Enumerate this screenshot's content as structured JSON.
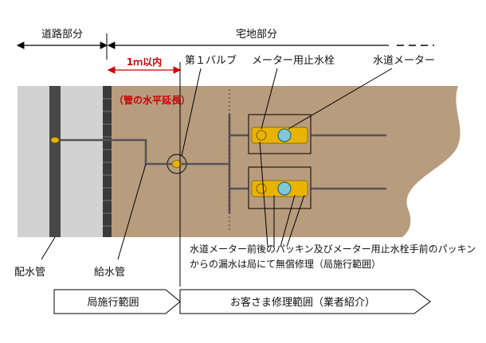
{
  "header": {
    "road_section": "道路部分",
    "residential_section": "宅地部分"
  },
  "dimension": {
    "distance": "1ｍ以内",
    "note": "（管の水平延長）"
  },
  "callouts": {
    "first_valve": "第１バルブ",
    "meter_stop_valve": "メーター用止水栓",
    "water_meter": "水道メーター"
  },
  "pipes": {
    "distribution_main": "配水管",
    "service_pipe": "給水管"
  },
  "repair_note": {
    "line1": "水道メーター前後のパッキン及びメーター用止水栓手前のパッキン",
    "line2": "からの漏水は局にて無償修理（局施行範囲）"
  },
  "scope": {
    "bureau": "局施行範囲",
    "customer": "お客さま修理範囲（業者紹介）"
  },
  "colors": {
    "road": "#d2d2d2",
    "soil": "#b89c7e",
    "pipe": "#555555",
    "main_pipe": "#444444",
    "brass": "#e8b400",
    "meter": "#7ec8d8",
    "red": "#cc0000"
  }
}
